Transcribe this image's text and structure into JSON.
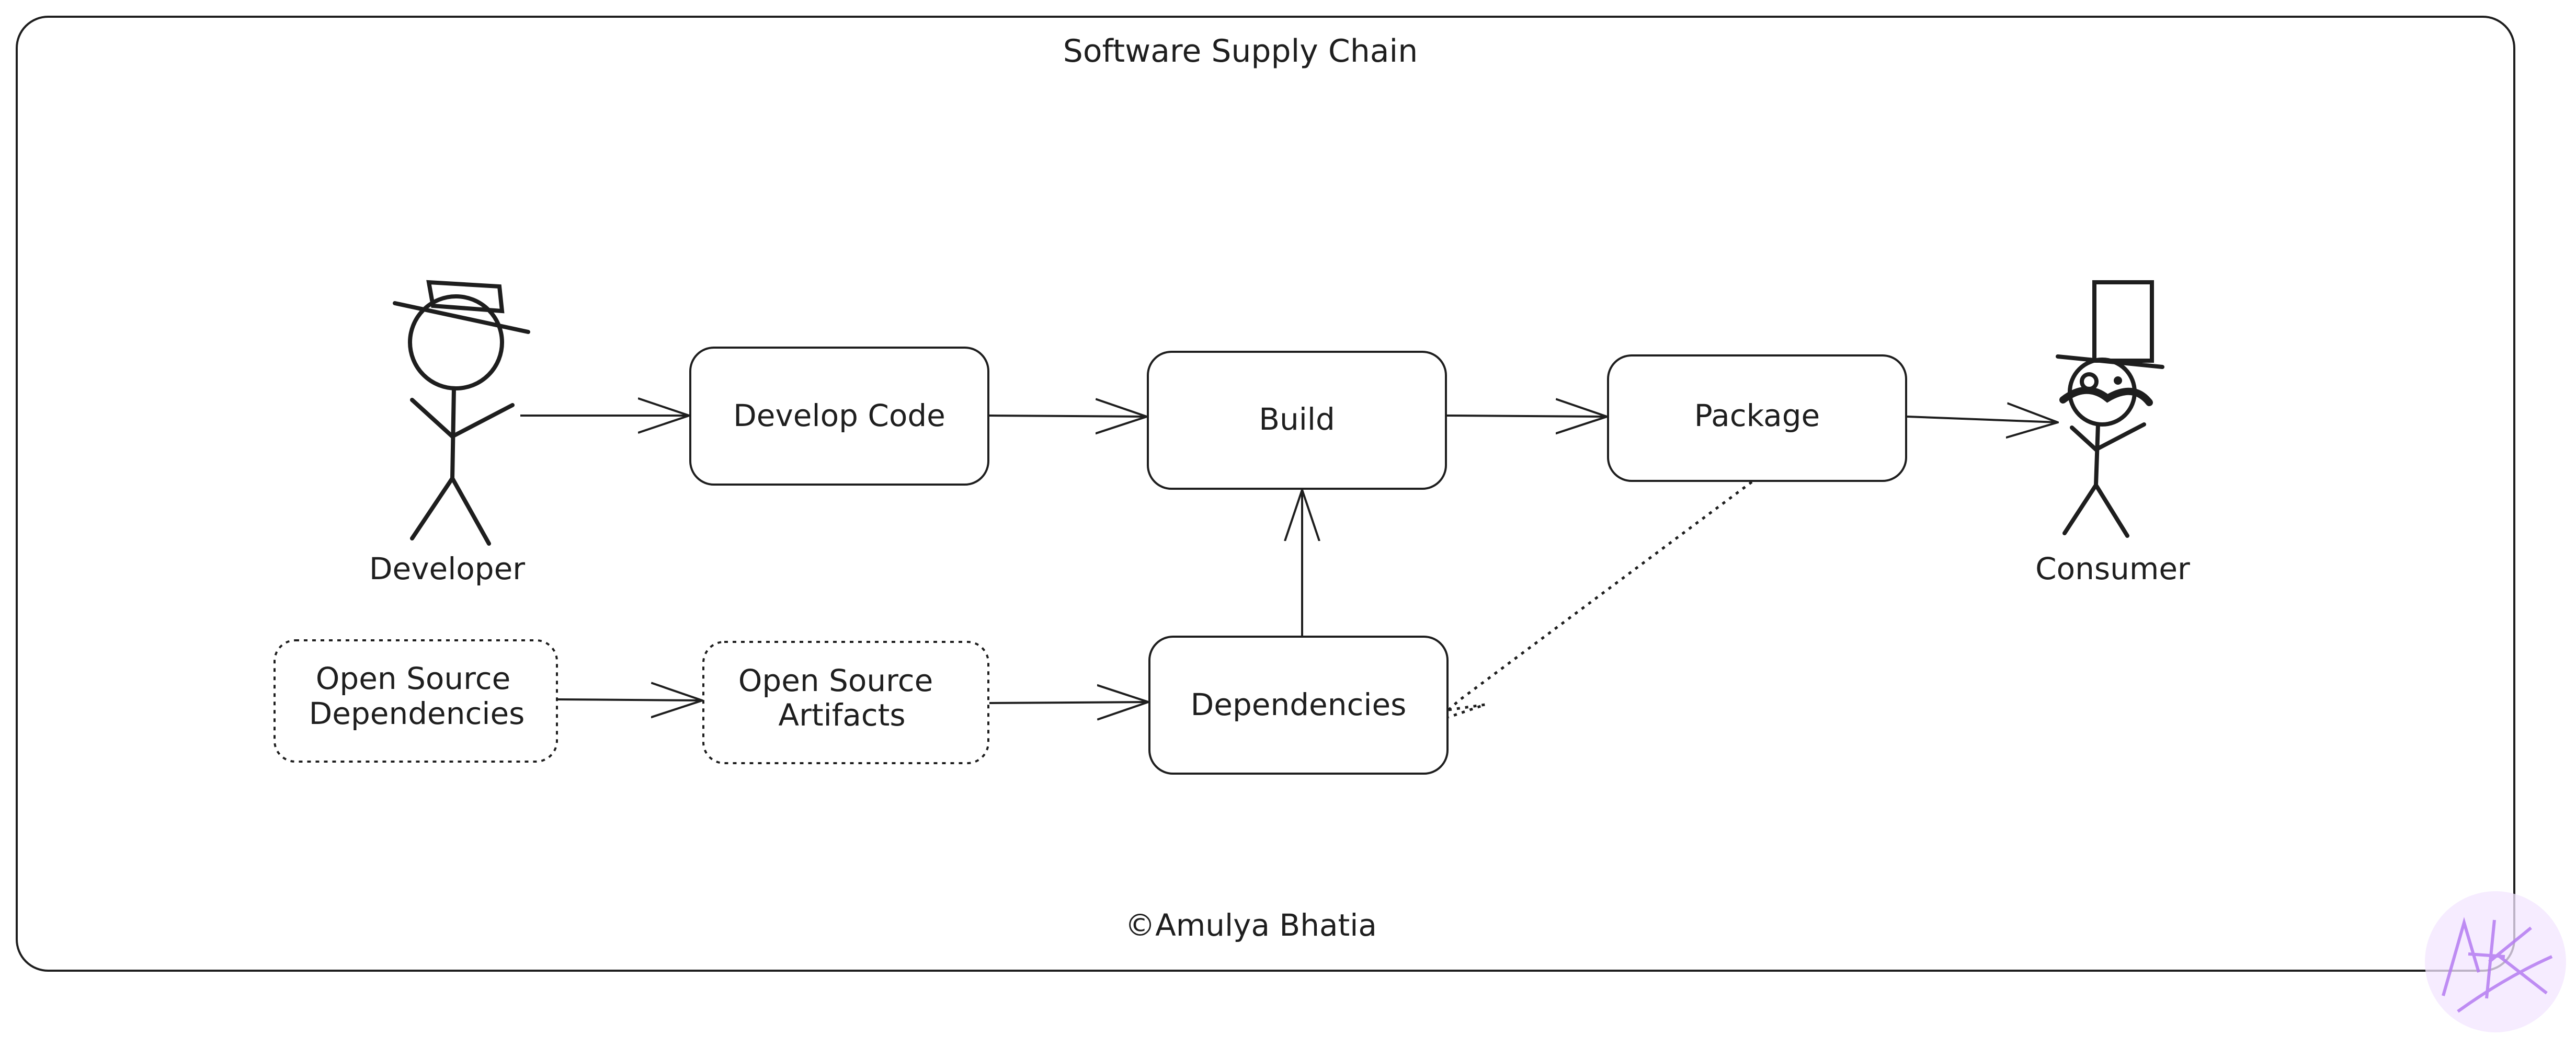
{
  "title": "Software Supply Chain",
  "actors": {
    "developer": {
      "label": "Developer"
    },
    "consumer": {
      "label": "Consumer"
    }
  },
  "nodes": {
    "develop_code": {
      "label": "Develop Code"
    },
    "build": {
      "label": "Build"
    },
    "package": {
      "label": "Package"
    },
    "dependencies": {
      "label": "Dependencies"
    },
    "os_dependencies": {
      "lines": [
        "Open Source",
        "Dependencies"
      ]
    },
    "os_artifacts": {
      "lines": [
        "Open Source",
        "Artifacts"
      ]
    }
  },
  "copyright": "©Amulya Bhatia",
  "colors": {
    "stroke": "#1e1e1e",
    "background": "#ffffff",
    "watermark": "#b57cf2"
  }
}
